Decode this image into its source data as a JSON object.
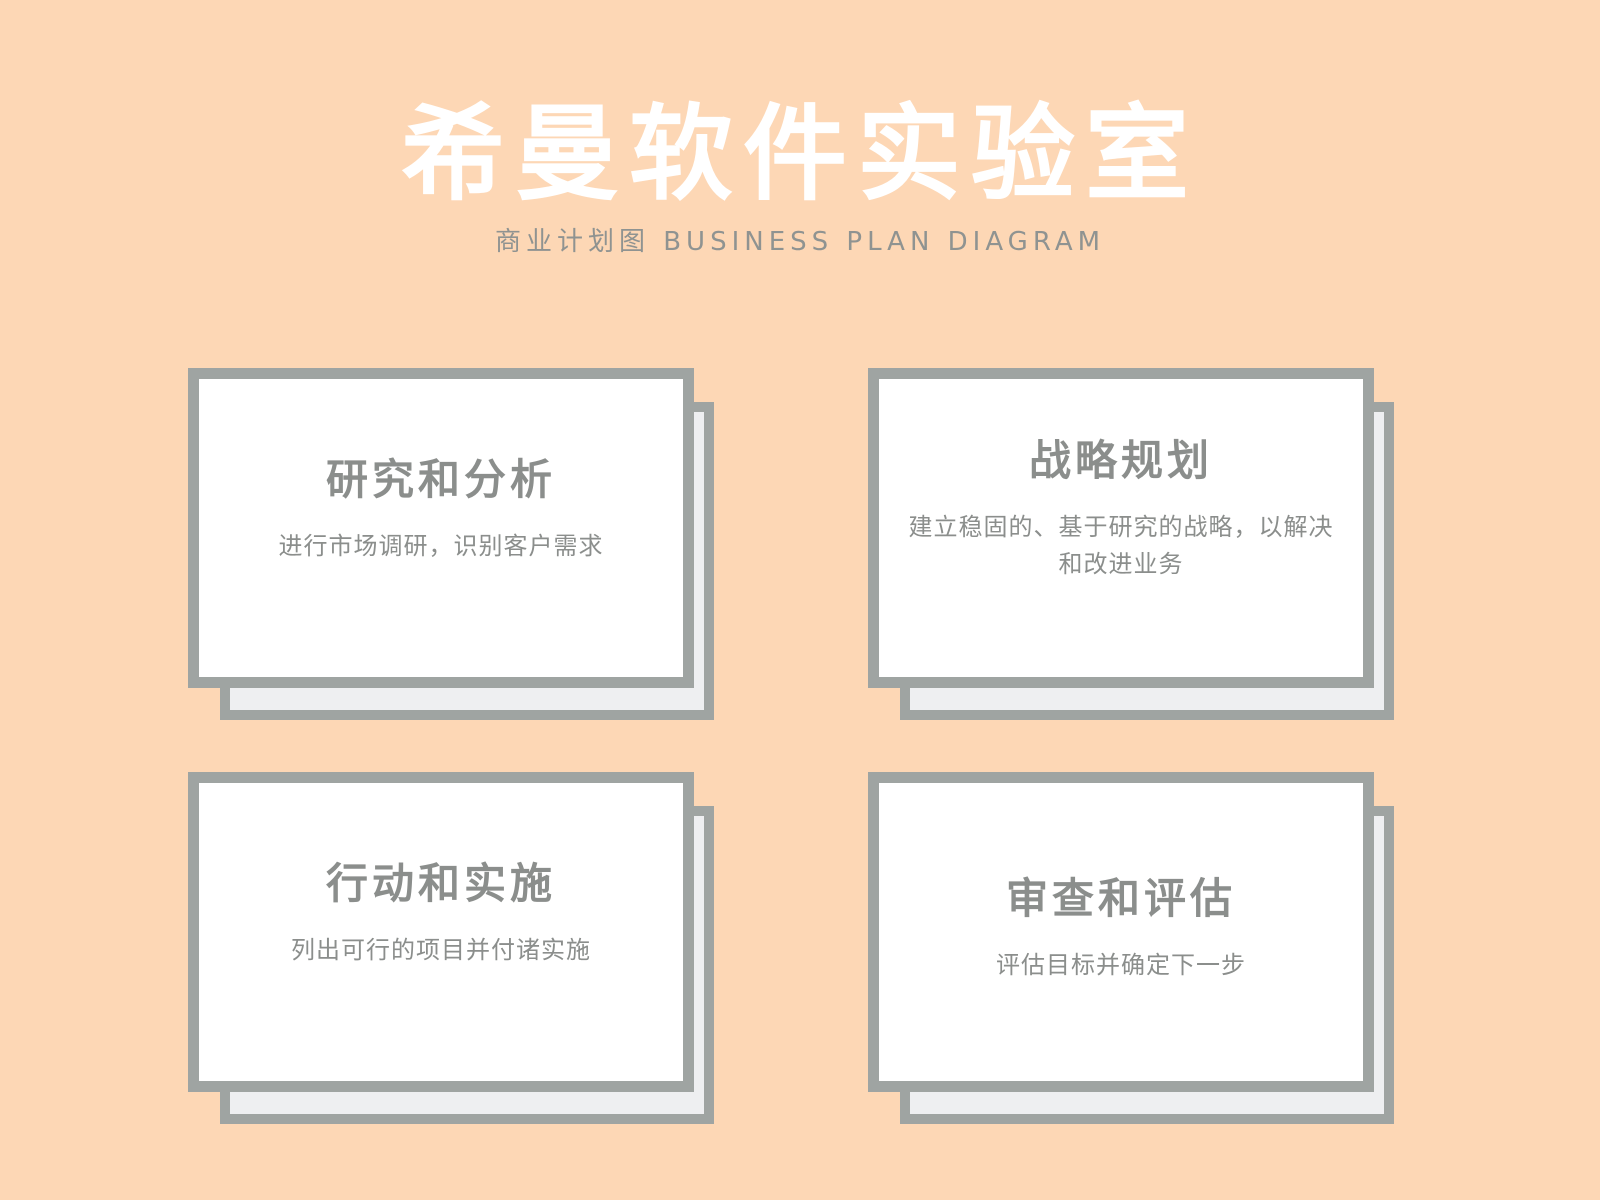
{
  "colors": {
    "background": "#fdd7b5",
    "title": "#ffffff",
    "subtitle": "#8f9391",
    "card_border": "#9fa4a2",
    "card_front": "#ffffff",
    "card_back": "#eeeff1",
    "card_text": "#8b8e8c"
  },
  "header": {
    "title": "希曼软件实验室",
    "subtitle": "商业计划图 BUSINESS PLAN DIAGRAM"
  },
  "cards": [
    {
      "title": "研究和分析",
      "description": "进行市场调研，识别客户需求"
    },
    {
      "title": "战略规划",
      "description": "建立稳固的、基于研究的战略，以解决和改进业务"
    },
    {
      "title": "行动和实施",
      "description": "列出可行的项目并付诸实施"
    },
    {
      "title": "审查和评估",
      "description": "评估目标并确定下一步"
    }
  ]
}
